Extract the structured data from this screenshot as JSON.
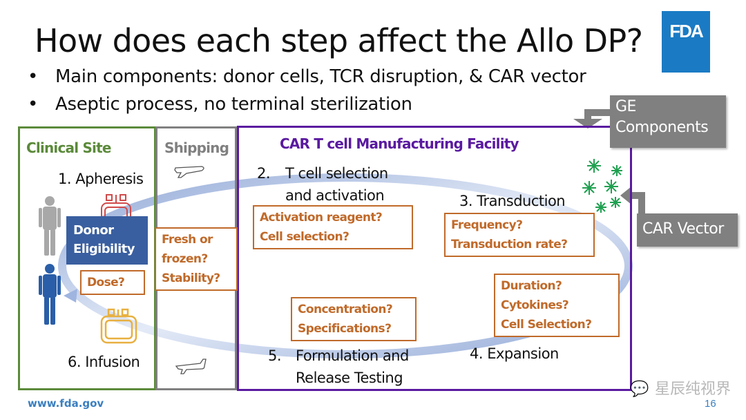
{
  "slide": {
    "title": "How does each step affect the Allo DP?",
    "bullets": [
      "Main components: donor cells, TCR disruption, & CAR vector",
      "Aseptic process, no terminal sterilization"
    ],
    "logo": {
      "text": "FDA",
      "color": "#1a7bc4"
    },
    "footer_url": "www.fda.gov",
    "page_number": "16",
    "watermark": "星辰纯视界"
  },
  "sections": {
    "clinical": {
      "label": "Clinical Site",
      "color": "#5b8a3a"
    },
    "shipping": {
      "label": "Shipping",
      "color": "#808080"
    },
    "manufacturing": {
      "label": "CAR T cell Manufacturing Facility",
      "color": "#5a1aa0"
    }
  },
  "steps": {
    "s1": "1. Apheresis",
    "s2_num": "2.",
    "s2_line1": "T cell selection",
    "s2_line2": "and activation",
    "s3": "3. Transduction",
    "s4": "4. Expansion",
    "s5_num": "5.",
    "s5_line1": "Formulation and",
    "s5_line2": "Release Testing",
    "s6": "6. Infusion"
  },
  "donor_eligibility": {
    "line1": "Donor",
    "line2": "Eligibility",
    "color": "#3a5fa0"
  },
  "question_boxes": {
    "dose": [
      "Dose?"
    ],
    "shipping": [
      "Fresh or",
      "frozen?",
      "Stability?"
    ],
    "activation": [
      "Activation reagent?",
      "Cell selection?"
    ],
    "transduction": [
      "Frequency?",
      "Transduction rate?"
    ],
    "expansion": [
      "Duration?",
      "Cytokines?",
      "Cell Selection?"
    ],
    "formulation": [
      "Concentration?",
      "Specifications?"
    ]
  },
  "callouts": {
    "ge": {
      "line1": "GE",
      "line2": "Components"
    },
    "car": {
      "label": "CAR Vector"
    }
  },
  "colors": {
    "question_orange": "#c06a2a",
    "callout_gray": "#808080",
    "vector_green": "#1fa050",
    "cycle_blue": "#8fa8d8"
  }
}
